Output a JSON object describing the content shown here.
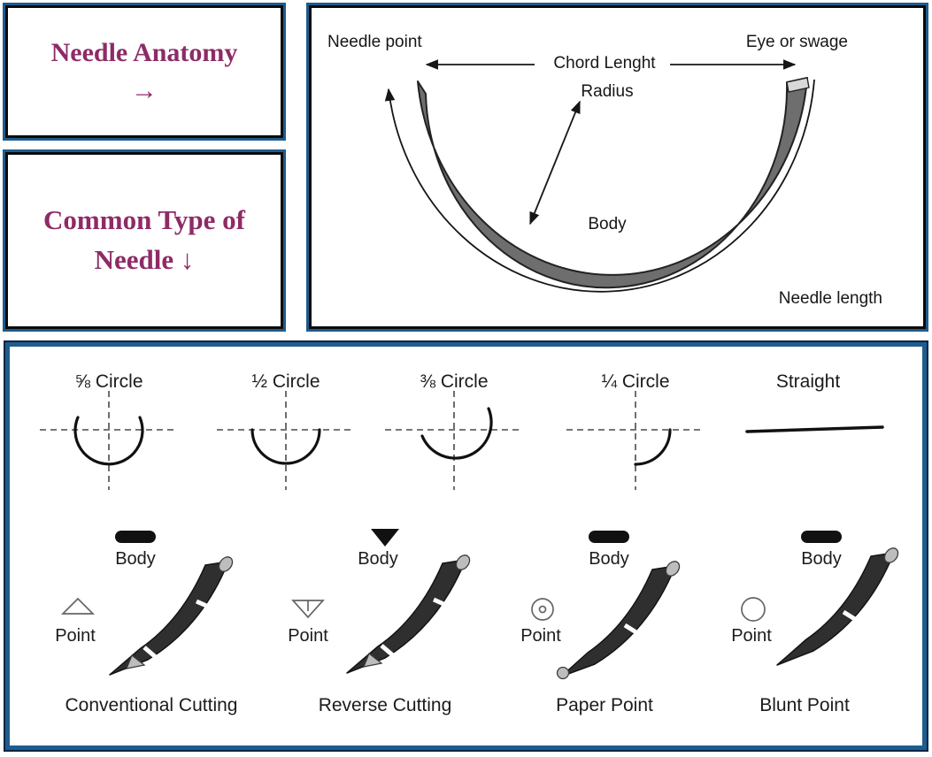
{
  "colors": {
    "frame_blue": "#1e5c8e",
    "border_black": "#0b0b0b",
    "accent_purple": "#8e2b67",
    "needle_gray": "#6e6e6e",
    "dark_needle": "#2f2f2f"
  },
  "left_panels": {
    "anatomy": {
      "line1": "Needle Anatomy",
      "line2": "→"
    },
    "types": {
      "line1": "Common Type of",
      "line2": "Needle ↓"
    }
  },
  "anatomy_diagram": {
    "needle_point": "Needle point",
    "eye_or_swage": "Eye or swage",
    "chord_length": "Chord Lenght",
    "radius": "Radius",
    "body": "Body",
    "needle_length": "Needle length"
  },
  "curvature_types": [
    {
      "label": "⅝ Circle"
    },
    {
      "label": "½ Circle"
    },
    {
      "label": "⅜ Circle"
    },
    {
      "label": "¼ Circle"
    },
    {
      "label": "Straight"
    }
  ],
  "point_types": [
    {
      "name": "Conventional Cutting",
      "body_label": "Body",
      "point_label": "Point",
      "body_icon": "pill-cross-section",
      "point_icon": "triangle-up-outline"
    },
    {
      "name": "Reverse Cutting",
      "body_label": "Body",
      "point_label": "Point",
      "body_icon": "triangle-down-cross-section",
      "point_icon": "triangle-down-outline"
    },
    {
      "name": "Paper Point",
      "body_label": "Body",
      "point_label": "Point",
      "body_icon": "pill-cross-section",
      "point_icon": "circle-dot-outline"
    },
    {
      "name": "Blunt Point",
      "body_label": "Body",
      "point_label": "Point",
      "body_icon": "pill-cross-section",
      "point_icon": "circle-outline"
    }
  ]
}
